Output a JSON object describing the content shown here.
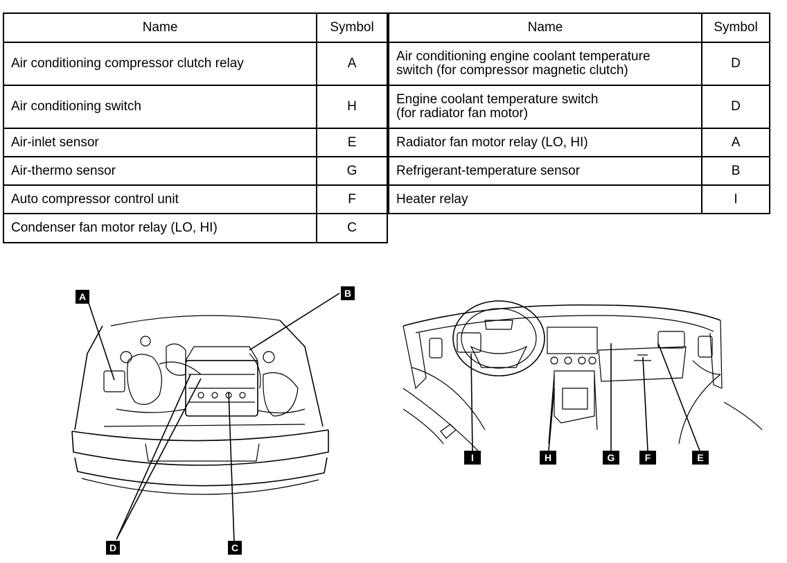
{
  "table_left": {
    "headers": {
      "name": "Name",
      "symbol": "Symbol"
    },
    "rows": [
      {
        "name": "Air conditioning compressor clutch relay",
        "symbol": "A"
      },
      {
        "name": "Air conditioning switch",
        "symbol": "H"
      },
      {
        "name": "Air-inlet  sensor",
        "symbol": "E"
      },
      {
        "name": "Air-thermo  sensor",
        "symbol": "G"
      },
      {
        "name": "Auto  compressor  control  unit",
        "symbol": "F"
      },
      {
        "name": "Condenser  fan  motor  relay  (LO,  HI)",
        "symbol": "C"
      }
    ]
  },
  "table_right": {
    "headers": {
      "name": "Name",
      "symbol": "Symbol"
    },
    "rows": [
      {
        "name": "Air conditioning engine coolant temperature\nswitch (for compressor magnetic clutch)",
        "symbol": "D"
      },
      {
        "name": "Engine  coolant  temperature  switch\n(for radiator fan motor)",
        "symbol": "D"
      },
      {
        "name": "Radiator  fan  motor  relay  (LO,  HI)",
        "symbol": "A"
      },
      {
        "name": "Refrigerant-temperature  sensor",
        "symbol": "B"
      },
      {
        "name": "Heater  relay",
        "symbol": "I"
      }
    ]
  },
  "engine_callouts": {
    "a": "A",
    "b": "B",
    "c": "C",
    "d": "D"
  },
  "dash_callouts": {
    "i": "I",
    "h": "H",
    "g": "G",
    "f": "F",
    "e": "E"
  }
}
